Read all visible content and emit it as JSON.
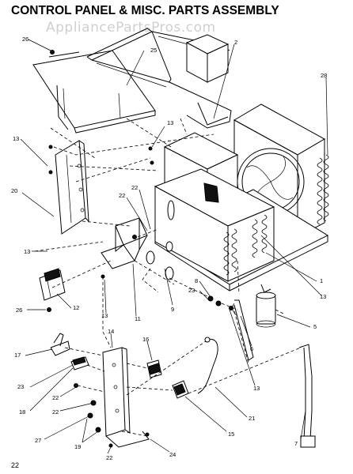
{
  "title": "CONTROL PANEL & MISC. PARTS ASSEMBLY",
  "watermark": "AppliancePartsPros.com",
  "page_number": "22",
  "callouts": {
    "c26a": "26",
    "c25": "25",
    "c2": "2",
    "c28": "28",
    "c13a": "13",
    "c13b": "13",
    "c20": "20",
    "c22a": "22",
    "c22b": "22",
    "c13c": "13",
    "c12": "12",
    "c26b": "26",
    "c13d": "13",
    "c11": "11",
    "c9": "9",
    "c8": "8",
    "c23a": "23",
    "c1": "1",
    "c13e": "13",
    "c5": "5",
    "c6": "6",
    "c13f": "13",
    "c14": "14",
    "c16": "16",
    "c17": "17",
    "c23b": "23",
    "c22c": "22",
    "c18": "18",
    "c22d": "22",
    "c21": "21",
    "c15": "15",
    "c27": "27",
    "c19": "19",
    "c7": "7",
    "c22e": "22",
    "c24": "24"
  }
}
